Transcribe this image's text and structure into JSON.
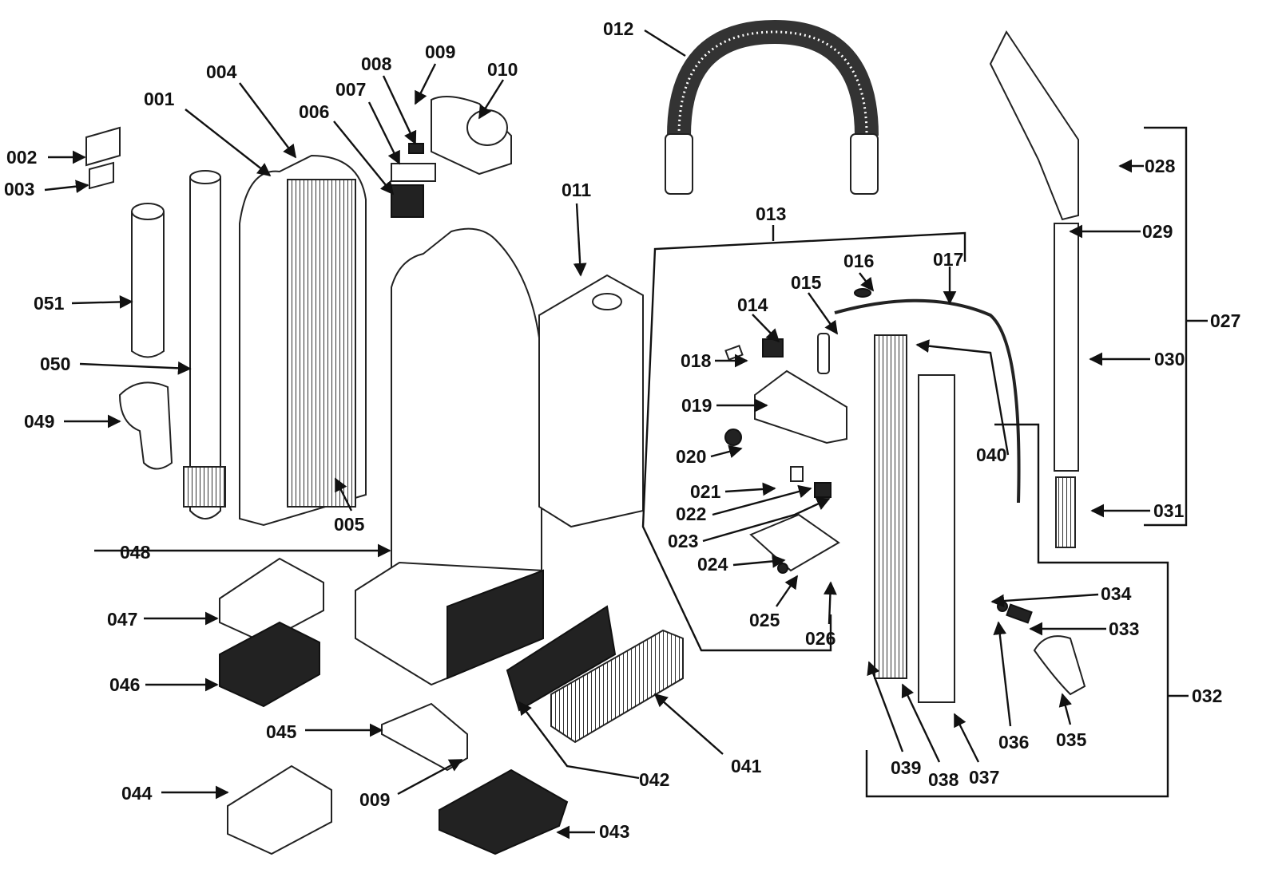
{
  "diagram": {
    "title": "Upright vacuum cleaner exploded parts diagram",
    "parts": [
      {
        "id": "001",
        "label": "001"
      },
      {
        "id": "002",
        "label": "002"
      },
      {
        "id": "003",
        "label": "003"
      },
      {
        "id": "004",
        "label": "004"
      },
      {
        "id": "005",
        "label": "005"
      },
      {
        "id": "006",
        "label": "006"
      },
      {
        "id": "007",
        "label": "007"
      },
      {
        "id": "008",
        "label": "008"
      },
      {
        "id": "009a",
        "label": "009"
      },
      {
        "id": "010",
        "label": "010"
      },
      {
        "id": "011",
        "label": "011"
      },
      {
        "id": "012",
        "label": "012"
      },
      {
        "id": "013",
        "label": "013"
      },
      {
        "id": "014",
        "label": "014"
      },
      {
        "id": "015",
        "label": "015"
      },
      {
        "id": "016",
        "label": "016"
      },
      {
        "id": "017",
        "label": "017"
      },
      {
        "id": "018",
        "label": "018"
      },
      {
        "id": "019",
        "label": "019"
      },
      {
        "id": "020",
        "label": "020"
      },
      {
        "id": "021",
        "label": "021"
      },
      {
        "id": "022",
        "label": "022"
      },
      {
        "id": "023",
        "label": "023"
      },
      {
        "id": "024",
        "label": "024"
      },
      {
        "id": "025",
        "label": "025"
      },
      {
        "id": "026",
        "label": "026"
      },
      {
        "id": "027",
        "label": "027"
      },
      {
        "id": "028",
        "label": "028"
      },
      {
        "id": "029",
        "label": "029"
      },
      {
        "id": "030",
        "label": "030"
      },
      {
        "id": "031",
        "label": "031"
      },
      {
        "id": "032",
        "label": "032"
      },
      {
        "id": "033",
        "label": "033"
      },
      {
        "id": "034",
        "label": "034"
      },
      {
        "id": "035",
        "label": "035"
      },
      {
        "id": "036",
        "label": "036"
      },
      {
        "id": "037",
        "label": "037"
      },
      {
        "id": "038",
        "label": "038"
      },
      {
        "id": "039",
        "label": "039"
      },
      {
        "id": "040",
        "label": "040"
      },
      {
        "id": "041",
        "label": "041"
      },
      {
        "id": "042",
        "label": "042"
      },
      {
        "id": "043",
        "label": "043"
      },
      {
        "id": "044",
        "label": "044"
      },
      {
        "id": "045",
        "label": "045"
      },
      {
        "id": "009b",
        "label": "009"
      },
      {
        "id": "046",
        "label": "046"
      },
      {
        "id": "047",
        "label": "047"
      },
      {
        "id": "048",
        "label": "048"
      },
      {
        "id": "049",
        "label": "049"
      },
      {
        "id": "050",
        "label": "050"
      },
      {
        "id": "051",
        "label": "051"
      }
    ],
    "groups": [
      {
        "label": "013",
        "members": [
          "014",
          "015",
          "016",
          "017",
          "018",
          "019",
          "020",
          "021",
          "022",
          "023",
          "024",
          "025",
          "026"
        ]
      },
      {
        "label": "027",
        "members": [
          "028",
          "029",
          "030",
          "031"
        ]
      },
      {
        "label": "032",
        "members": [
          "033",
          "034",
          "035",
          "036",
          "037",
          "038",
          "039",
          "040"
        ]
      }
    ]
  }
}
